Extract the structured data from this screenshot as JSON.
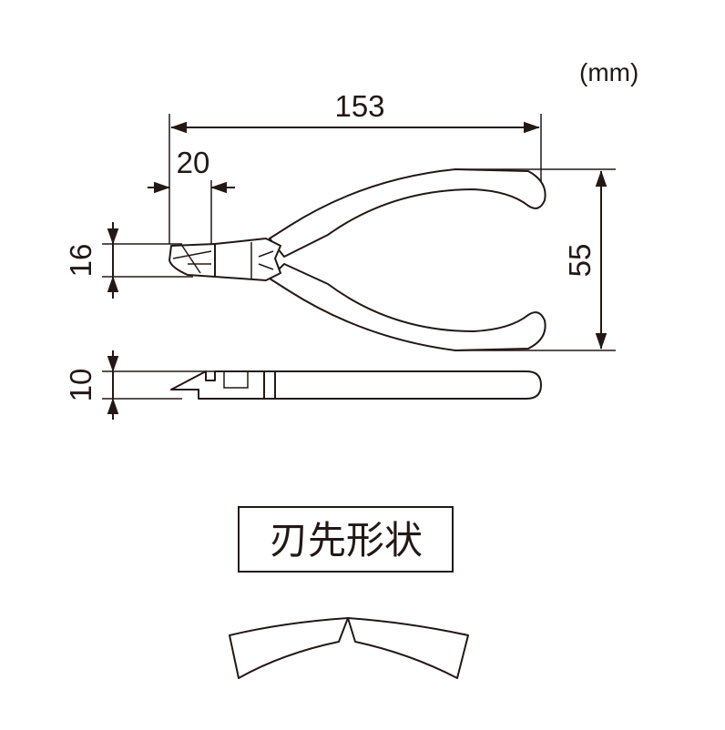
{
  "unit": "(mm)",
  "dimensions": {
    "length": "153",
    "head_length": "20",
    "head_width": "16",
    "handle_spread": "55",
    "thickness": "10"
  },
  "section_label": "刃先形状"
}
